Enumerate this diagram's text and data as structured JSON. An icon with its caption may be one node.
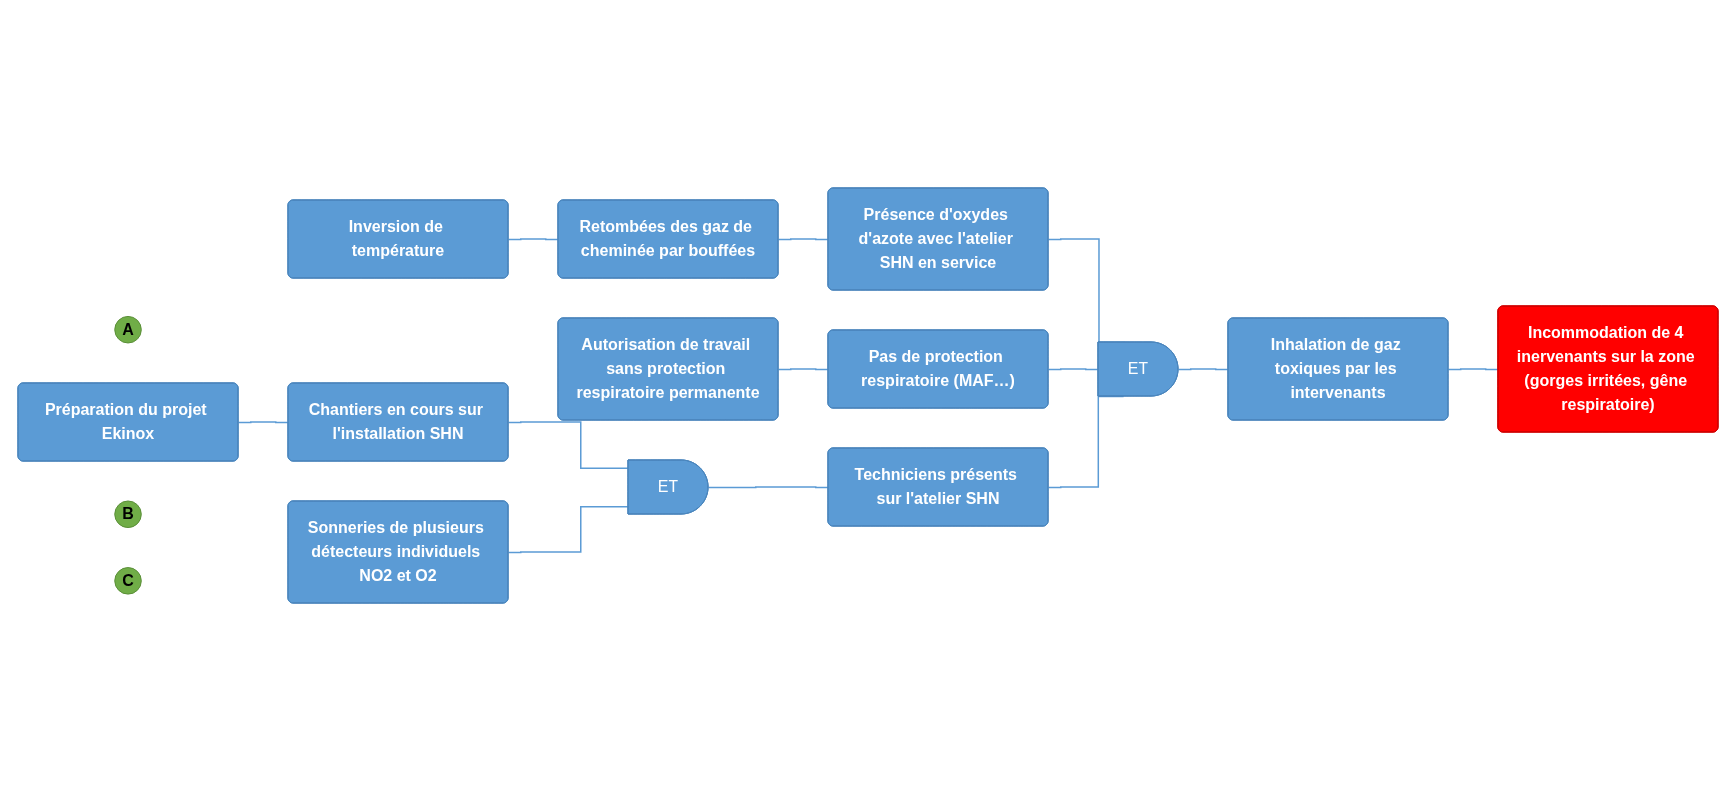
{
  "diagram": {
    "nodes": [
      {
        "text": [
          "Inversion de température"
        ]
      },
      {
        "text": [
          "Retombées des gaz de cheminée par bouffées"
        ]
      },
      {
        "text": [
          "Présence d'oxydes d'azote avec l'atelier SHN en service"
        ]
      },
      {
        "text": [
          "A"
        ]
      },
      {
        "text": [
          "Autorisation de travail sans protection respiratoire permanente"
        ]
      },
      {
        "text": [
          "Pas de protection respiratoire (MAF…)"
        ]
      },
      {
        "text": [
          "ET"
        ]
      },
      {
        "text": [
          "Inhalation de gaz toxiques par les intervenants"
        ]
      },
      {
        "text": [
          "Incommodation de 4 inervenants sur la zone (gorges irritées, gêne respiratoire)"
        ]
      },
      {
        "text": [
          "Préparation du projet Ekinox"
        ]
      },
      {
        "text": [
          "Chantiers en cours sur l'installation SHN"
        ]
      },
      {
        "text": [
          "Sonneries de plusieurs détecteurs individuels NO2 et O2"
        ]
      },
      {
        "text": [
          "B"
        ]
      },
      {
        "text": [
          "C"
        ]
      },
      {
        "text": [
          "ET"
        ]
      },
      {
        "text": [
          "Techniciens présents sur l'atelier SHN"
        ]
      }
    ],
    "edges": [
      {
        "from": 0,
        "to": 1,
        "arrow": "none"
      },
      {
        "from": 1,
        "to": 2,
        "arrow": "none"
      },
      {
        "from": 2,
        "to": 6,
        "arrow": "none"
      },
      {
        "from": 4,
        "to": 5,
        "arrow": "none"
      },
      {
        "from": 5,
        "to": 6,
        "arrow": "none"
      },
      {
        "from": 15,
        "to": 6,
        "arrow": "none"
      },
      {
        "from": 6,
        "to": 7,
        "arrow": "none"
      },
      {
        "from": 7,
        "to": 8,
        "arrow": "none"
      },
      {
        "from": 9,
        "to": 10,
        "arrow": "none"
      },
      {
        "from": 10,
        "to": 14,
        "arrow": "none"
      },
      {
        "from": 11,
        "to": 14,
        "arrow": "none"
      },
      {
        "from": 14,
        "to": 15,
        "arrow": "none"
      }
    ]
  }
}
